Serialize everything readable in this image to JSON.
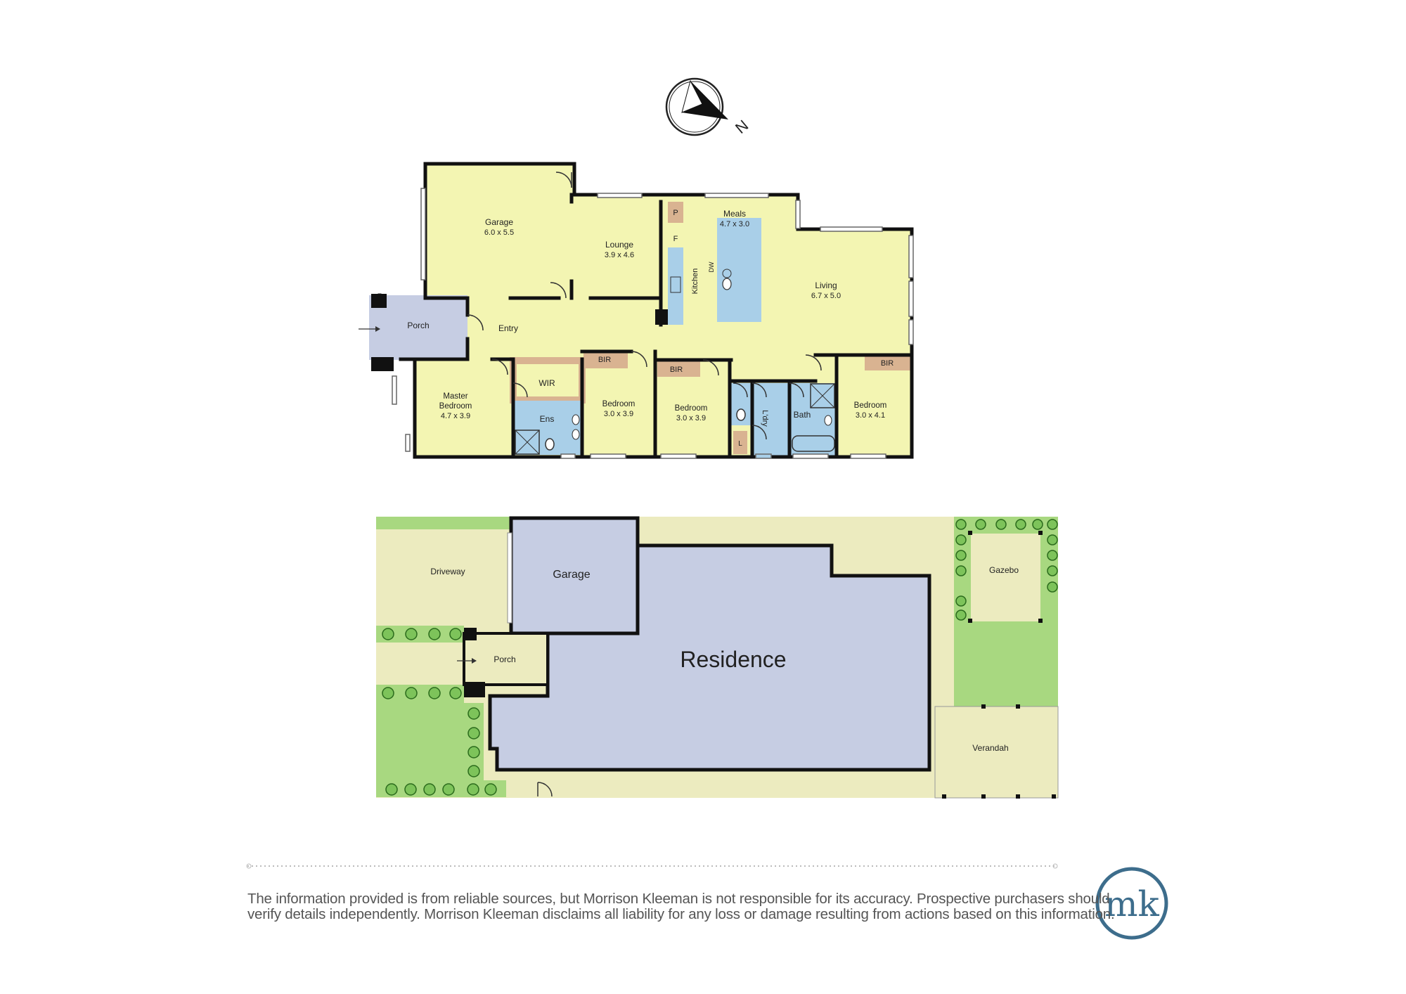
{
  "compass": {
    "label": "N"
  },
  "floor_plan": {
    "rooms": [
      {
        "id": "garage",
        "name": "Garage",
        "dims": "6.0 x 5.5"
      },
      {
        "id": "lounge",
        "name": "Lounge",
        "dims": "3.9 x 4.6"
      },
      {
        "id": "meals",
        "name": "Meals",
        "dims": "4.7 x 3.0"
      },
      {
        "id": "living",
        "name": "Living",
        "dims": "6.7 x 5.0"
      },
      {
        "id": "kitchen",
        "name": "Kitchen",
        "dims": ""
      },
      {
        "id": "porch",
        "name": "Porch",
        "dims": ""
      },
      {
        "id": "entry",
        "name": "Entry",
        "dims": ""
      },
      {
        "id": "master",
        "name": "Master Bedroom",
        "name_line1": "Master",
        "name_line2": "Bedroom",
        "dims": "4.7 x 3.9"
      },
      {
        "id": "wir",
        "name": "WIR",
        "dims": ""
      },
      {
        "id": "ens",
        "name": "Ens",
        "dims": ""
      },
      {
        "id": "bed2",
        "name": "Bedroom",
        "dims": "3.0 x 3.9"
      },
      {
        "id": "bed3",
        "name": "Bedroom",
        "dims": "3.0 x 3.9"
      },
      {
        "id": "ldry",
        "name": "L'dry",
        "dims": ""
      },
      {
        "id": "bath",
        "name": "Bath",
        "dims": ""
      },
      {
        "id": "bed4",
        "name": "Bedroom",
        "dims": "3.0 x 4.1"
      }
    ],
    "fixtures": {
      "pantry": "P",
      "fridge": "F",
      "dishwasher": "DW",
      "linen": "L",
      "bir": "BIR"
    }
  },
  "site_plan": {
    "areas": [
      "Driveway",
      "Garage",
      "Porch",
      "Residence",
      "Gazebo",
      "Verandah"
    ]
  },
  "disclaimer": {
    "line1": "The information provided is from reliable sources, but Morrison Kleeman is not responsible for its accuracy. Prospective purchasers should",
    "line2": "verify details independently. Morrison Kleeman disclaims all liability for any loss or damage resulting from actions based on this information."
  },
  "logo": {
    "text": "mk"
  },
  "colors": {
    "room_yellow": "#f3f5b2",
    "wet_blue": "#a9cfe8",
    "porch_blue": "#c6cde3",
    "robe_tan": "#d9b391",
    "site_beige": "#ecebbf",
    "lawn_green": "#a8d880",
    "wall": "#111111",
    "logo_blue": "#3d6d8c"
  }
}
